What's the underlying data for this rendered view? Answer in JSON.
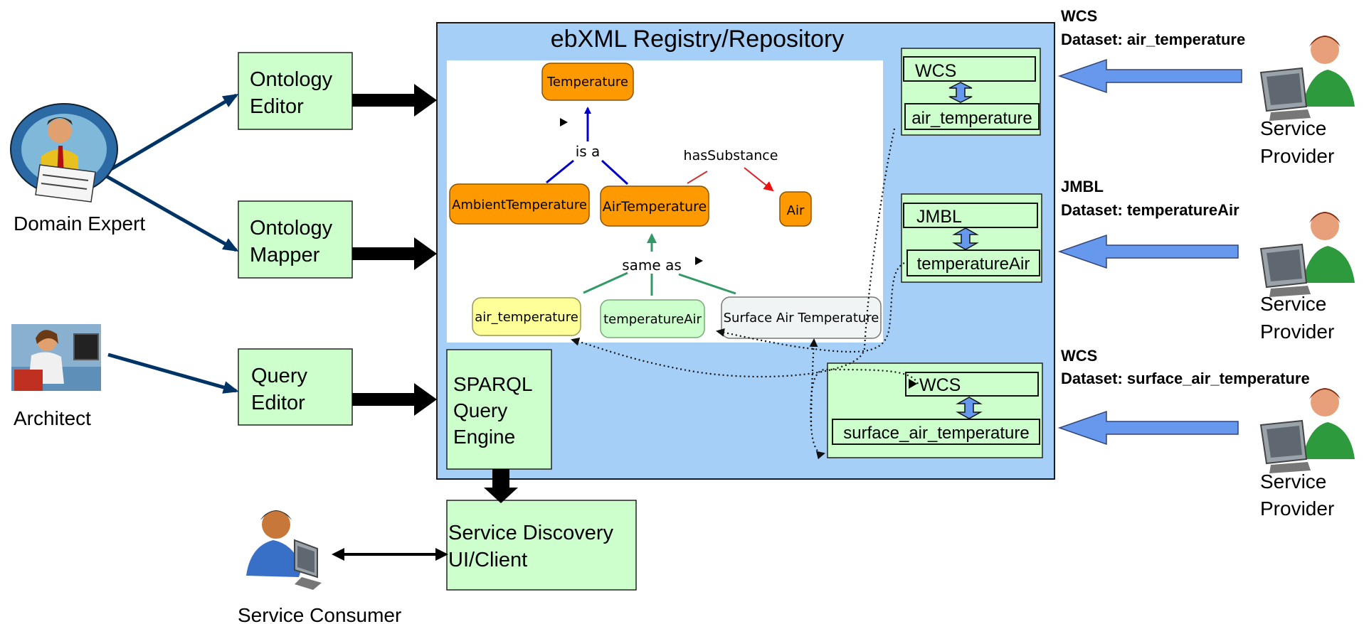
{
  "registry": {
    "title": "ebXML Registry/Repository"
  },
  "ontology": {
    "nodes": {
      "temperature": "Temperature",
      "ambient_temperature": "AmbientTemperature",
      "air_temperature_class": "AirTemperature",
      "air": "Air",
      "air_temperature": "air_temperature",
      "temperature_air": "temperatureAir",
      "surface_air_temperature": "Surface Air Temperature"
    },
    "edges": {
      "is_a": "is a",
      "has_substance": "hasSubstance",
      "same_as": "same as"
    }
  },
  "tools": {
    "ontology_editor": [
      "Ontology",
      "Editor"
    ],
    "ontology_mapper": [
      "Ontology",
      "Mapper"
    ],
    "query_editor": [
      "Query",
      "Editor"
    ],
    "sparql_engine": [
      "SPARQL",
      "Query",
      "Engine"
    ],
    "discovery_client": [
      "Service Discovery",
      "UI/Client"
    ]
  },
  "actors": {
    "domain_expert": "Domain Expert",
    "architect": "Architect",
    "service_consumer": "Service Consumer",
    "service_provider": [
      "Service",
      "Provider"
    ]
  },
  "services": [
    {
      "protocol": "WCS",
      "dataset_caption": "Dataset: air_temperature",
      "service_label": "WCS",
      "dataset_label": "air_temperature"
    },
    {
      "protocol": "JMBL",
      "dataset_caption": "Dataset: temperatureAir",
      "service_label": "JMBL",
      "dataset_label": "temperatureAir"
    },
    {
      "protocol": "WCS",
      "dataset_caption": "Dataset: surface_air_temperature",
      "service_label": "WCS",
      "dataset_label": "surface_air_temperature"
    }
  ],
  "colors": {
    "registry_bg": "#a6cff7",
    "tool_box": "#ccffcc",
    "class_node": "#ff9900",
    "yellow_node": "#ffff99",
    "green_node": "#ccffcc",
    "grey_node": "#f0f4f4",
    "is_a_edge": "#0000cc",
    "has_substance_edge": "#dd2222",
    "same_as_edge": "#339966",
    "provider_arrow": "#6699ee",
    "actor_arrow": "#003366"
  }
}
